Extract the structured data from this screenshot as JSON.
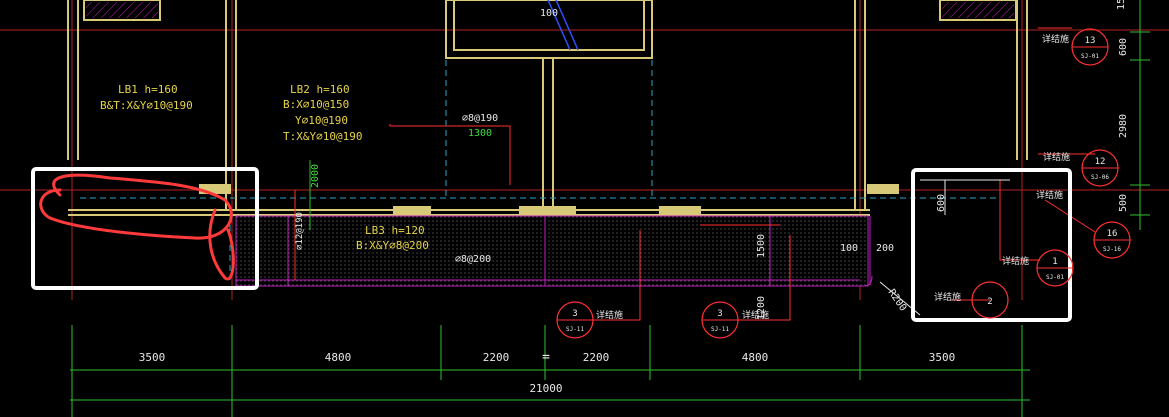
{
  "colors": {
    "wall": "#d8c978",
    "dim_green": "#2fbf2f",
    "axis_red": "#b22222",
    "magenta": "#c020c0",
    "cyan": "#2aa6c9",
    "annotation_red": "#ff3030",
    "frame_white": "#ffffff"
  },
  "slabs": [
    {
      "name": "LB1 h=160",
      "lines": [
        "B&T:X&Y⌀10@190"
      ]
    },
    {
      "name": "LB2 h=160",
      "lines": [
        "B:X⌀10@150",
        "Y⌀10@190",
        "T:X&Y⌀10@190"
      ]
    },
    {
      "name": "LB3 h=120",
      "lines": [
        "B:X&Y⌀8@200"
      ]
    }
  ],
  "labels": {
    "mid_rebar": "⌀8@190",
    "mid_len": "1300",
    "side_rebar": "⌀8@200",
    "vertical_green": "2000",
    "vertical_rebar": "⌀12@190",
    "top_100": "100",
    "dim_1500": "1500",
    "dim_100": "100",
    "dim_200": "200",
    "dim_1200": "1200",
    "dim_600": "600",
    "r200": "R200",
    "detail_word": "详结施"
  },
  "detail_markers": [
    {
      "num": "13",
      "sheet": "SJ-01"
    },
    {
      "num": "12",
      "sheet": "SJ-06"
    },
    {
      "num": "16",
      "sheet": "SJ-16"
    },
    {
      "num": "1",
      "sheet": "SJ-01"
    },
    {
      "num": "2",
      "sheet": ""
    },
    {
      "num": "3",
      "sheet": "SJ-11"
    },
    {
      "num": "3",
      "sheet": "SJ-11"
    }
  ],
  "right_dims": [
    "15",
    "600",
    "2980",
    "500"
  ],
  "bottom_dims": [
    "3500",
    "4800",
    "2200",
    "2200",
    "4800",
    "3500"
  ],
  "total_dim": "21000",
  "equal_sign": "="
}
